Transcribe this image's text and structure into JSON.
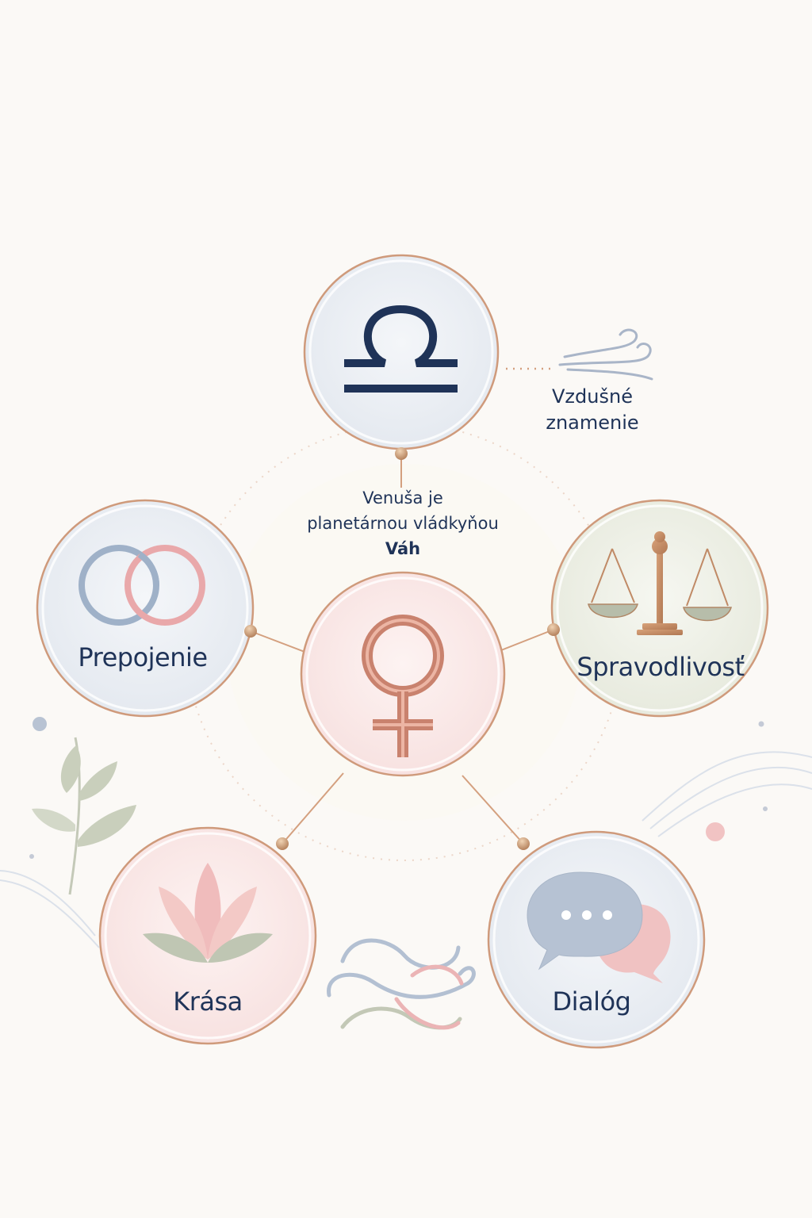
{
  "center": {
    "line1": "Venuša je",
    "line2": "planetárnou vládkyňou",
    "line3": "Váh",
    "symbol": "venus-icon"
  },
  "top": {
    "symbol": "libra-icon",
    "annotation_line1": "Vzdušné",
    "annotation_line2": "znamenie",
    "annotation_icon": "wind-icon"
  },
  "nodes": {
    "connection": {
      "label": "Prepojenie",
      "icon": "interlocking-rings-icon"
    },
    "justice": {
      "label": "Spravodlivosť",
      "icon": "scales-icon"
    },
    "beauty": {
      "label": "Krása",
      "icon": "lotus-icon"
    },
    "dialog": {
      "label": "Dialóg",
      "icon": "speech-bubbles-icon"
    }
  },
  "colors": {
    "navy": "#1f3358",
    "copper": "#c98e6e",
    "rose": "#e9a8aa",
    "blue_grey": "#9fb1c8",
    "sage": "#b9c1ac",
    "background": "#fbf9f6"
  }
}
